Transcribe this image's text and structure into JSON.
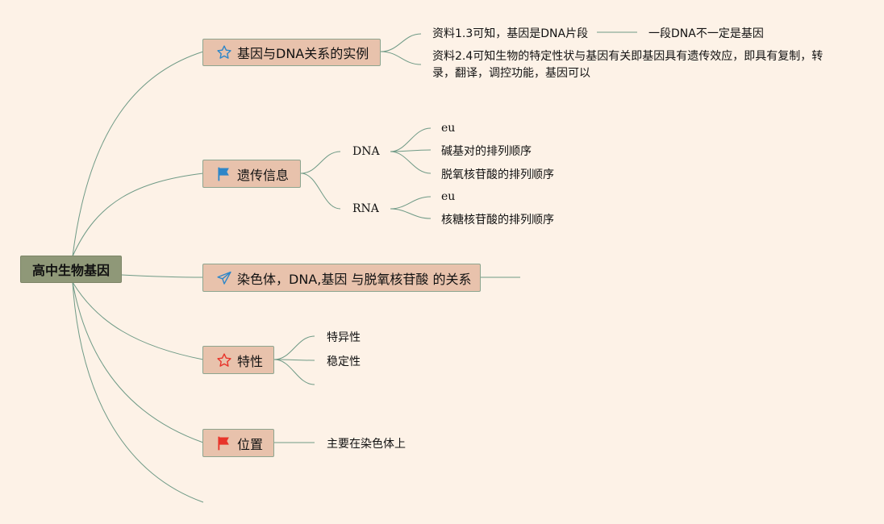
{
  "root": {
    "label": "高中生物基因"
  },
  "topics": {
    "t1": {
      "label": "基因与DNA关系的实例",
      "icon": "star-outline-icon",
      "children": {
        "c1": "资料1.3可知，基因是DNA片段",
        "c1_child": "一段DNA不一定是基因",
        "c2": "资料2.4可知生物的特定性状与基因有关即基因具有遗传效应，即具有复制，转录，翻译，调控功能，基因可以"
      }
    },
    "t2": {
      "label": "遗传信息",
      "icon": "flag-icon",
      "children": {
        "dna": {
          "label": "DNA",
          "items": [
            "eu",
            "碱基对的排列顺序",
            "脱氧核苷酸的排列顺序"
          ]
        },
        "rna": {
          "label": "RNA",
          "items": [
            "eu",
            "核糖核苷酸的排列顺序"
          ]
        }
      }
    },
    "t3": {
      "label": "染色体，DNA,基因 与脱氧核苷酸 的关系",
      "icon": "paper-plane-icon"
    },
    "t4": {
      "label": "特性",
      "icon": "star-outline-icon",
      "items": [
        "特异性",
        "稳定性",
        ""
      ]
    },
    "t5": {
      "label": "位置",
      "icon": "flag-icon",
      "items": [
        "主要在染色体上"
      ]
    }
  },
  "colors": {
    "background": "#fdf2e7",
    "root_fill": "#8f9878",
    "topic_fill": "#e8c2ac",
    "connector": "#6f9a86",
    "icon_blue": "#2e86c8",
    "icon_red": "#e8342a"
  }
}
